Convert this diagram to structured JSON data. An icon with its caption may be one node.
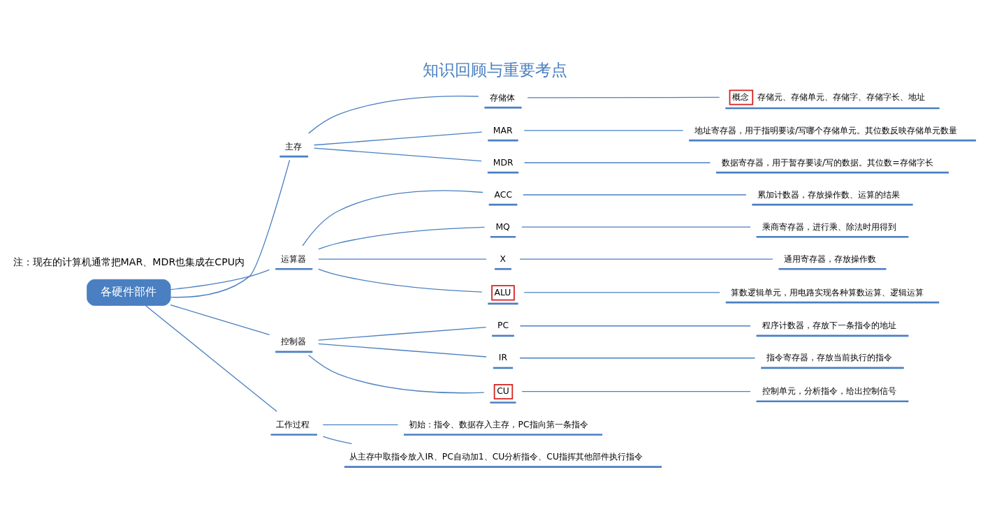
{
  "diagram": {
    "title": "知识回顾与重要考点",
    "nodes": [
      {
        "text": [
          "各硬件部件"
        ]
      },
      {
        "text": [
          "主存"
        ]
      },
      {
        "text": [
          "存储体"
        ]
      },
      {
        "text": [
          "概念",
          "存储元、存储单元、存储字、存储字长、地址"
        ]
      },
      {
        "text": [
          "MAR"
        ]
      },
      {
        "text": [
          "地址寄存器，用于指明要读/写哪个存储单元。其位数反映存储单元数量"
        ]
      },
      {
        "text": [
          "MDR"
        ]
      },
      {
        "text": [
          "数据寄存器，用于暂存要读/写的数据。其位数=存储字长"
        ]
      },
      {
        "text": [
          "运算器"
        ]
      },
      {
        "text": [
          "ACC"
        ]
      },
      {
        "text": [
          "累加计数器，存放操作数、运算的结果"
        ]
      },
      {
        "text": [
          "MQ"
        ]
      },
      {
        "text": [
          "乘商寄存器，进行乘、除法时用得到"
        ]
      },
      {
        "text": [
          "X"
        ]
      },
      {
        "text": [
          "通用寄存器，存放操作数"
        ]
      },
      {
        "text": [
          "ALU"
        ]
      },
      {
        "text": [
          "算数逻辑单元，用电路实现各种算数运算、逻辑运算"
        ]
      },
      {
        "text": [
          "控制器"
        ]
      },
      {
        "text": [
          "PC"
        ]
      },
      {
        "text": [
          "程序计数器，存放下一条指令的地址"
        ]
      },
      {
        "text": [
          "IR"
        ]
      },
      {
        "text": [
          "指令寄存器，存放当前执行的指令"
        ]
      },
      {
        "text": [
          "CU"
        ]
      },
      {
        "text": [
          "控制单元，分析指令，给出控制信号"
        ]
      },
      {
        "text": [
          "工作过程"
        ]
      },
      {
        "text": [
          "初始：指令、数据存入主存，PC指向第一条指令"
        ]
      },
      {
        "text": [
          "从主存中取指令放入IR、PC自动加1、CU分析指令、CU指挥其他部件执行指令"
        ]
      }
    ],
    "edges": [
      {
        "from": 0,
        "to": 1,
        "arrow": "none"
      },
      {
        "from": 1,
        "to": 2,
        "arrow": "none"
      },
      {
        "from": 2,
        "to": 3,
        "arrow": "none"
      },
      {
        "from": 1,
        "to": 4,
        "arrow": "none"
      },
      {
        "from": 4,
        "to": 5,
        "arrow": "none"
      },
      {
        "from": 1,
        "to": 6,
        "arrow": "none"
      },
      {
        "from": 6,
        "to": 7,
        "arrow": "none"
      },
      {
        "from": 0,
        "to": 8,
        "arrow": "none"
      },
      {
        "from": 8,
        "to": 9,
        "arrow": "none"
      },
      {
        "from": 9,
        "to": 10,
        "arrow": "none"
      },
      {
        "from": 8,
        "to": 11,
        "arrow": "none"
      },
      {
        "from": 11,
        "to": 12,
        "arrow": "none"
      },
      {
        "from": 8,
        "to": 13,
        "arrow": "none"
      },
      {
        "from": 13,
        "to": 14,
        "arrow": "none"
      },
      {
        "from": 8,
        "to": 15,
        "arrow": "none"
      },
      {
        "from": 15,
        "to": 16,
        "arrow": "none"
      },
      {
        "from": 0,
        "to": 17,
        "arrow": "none"
      },
      {
        "from": 17,
        "to": 18,
        "arrow": "none"
      },
      {
        "from": 18,
        "to": 19,
        "arrow": "none"
      },
      {
        "from": 17,
        "to": 20,
        "arrow": "none"
      },
      {
        "from": 20,
        "to": 21,
        "arrow": "none"
      },
      {
        "from": 17,
        "to": 22,
        "arrow": "none"
      },
      {
        "from": 22,
        "to": 23,
        "arrow": "none"
      },
      {
        "from": 0,
        "to": 24,
        "arrow": "none"
      },
      {
        "from": 24,
        "to": 25,
        "arrow": "none"
      },
      {
        "from": 24,
        "to": 26,
        "arrow": "none"
      }
    ],
    "labels": [
      "注：现在的计算机通常把MAR、MDR也集成在CPU内"
    ]
  }
}
